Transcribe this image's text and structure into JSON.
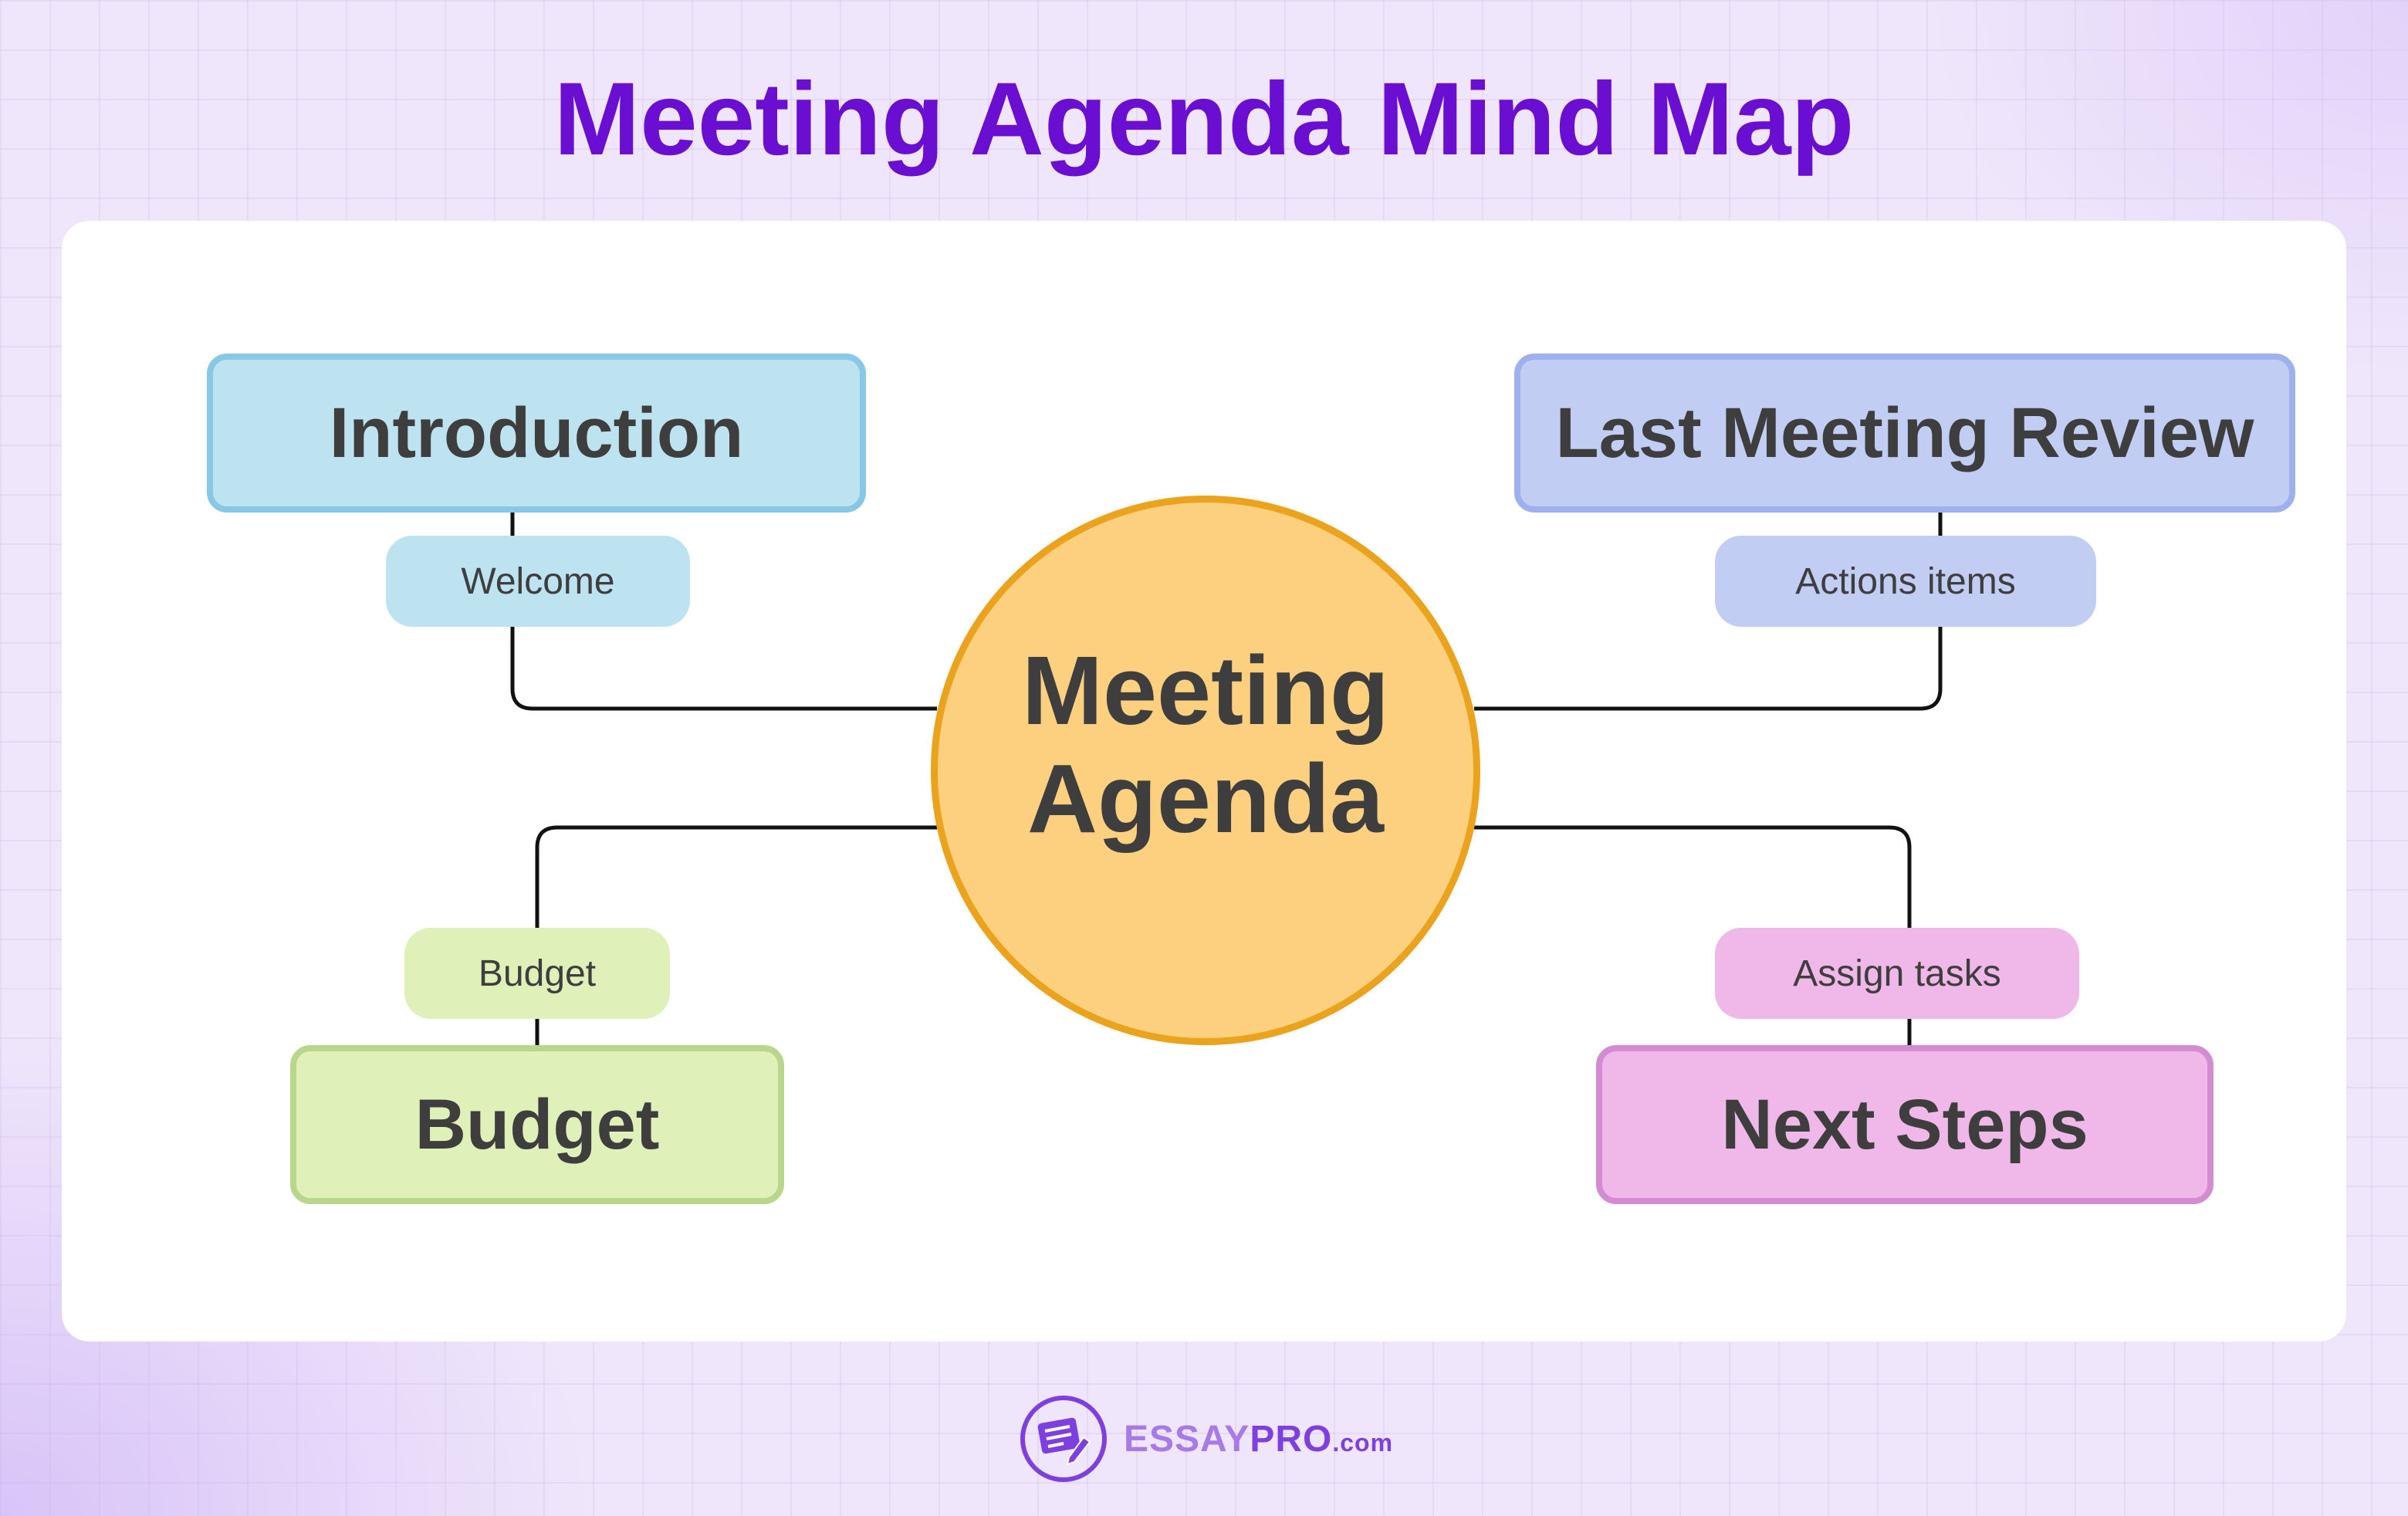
{
  "title": "Meeting Agenda Mind Map",
  "center": {
    "line1": "Meeting",
    "line2": "Agenda"
  },
  "branches": {
    "introduction": {
      "label": "Introduction",
      "subtopic": "Welcome"
    },
    "last_meeting_review": {
      "label": "Last Meeting Review",
      "subtopic": "Actions items"
    },
    "budget": {
      "label": "Budget",
      "subtopic": "Budget"
    },
    "next_steps": {
      "label": "Next Steps",
      "subtopic": "Assign tasks"
    }
  },
  "logo": {
    "part1": "ESSAY",
    "part2": "PRO",
    "part3": ".com",
    "icon": "notepad-pen-icon"
  },
  "colors": {
    "title": "#6a0fd2",
    "center_fill": "#fcd07f",
    "center_border": "#eba21d",
    "introduction": "#bde3f1",
    "last_meeting_review": "#c2cdf3",
    "budget": "#dff0b8",
    "next_steps": "#f0b8e8"
  }
}
